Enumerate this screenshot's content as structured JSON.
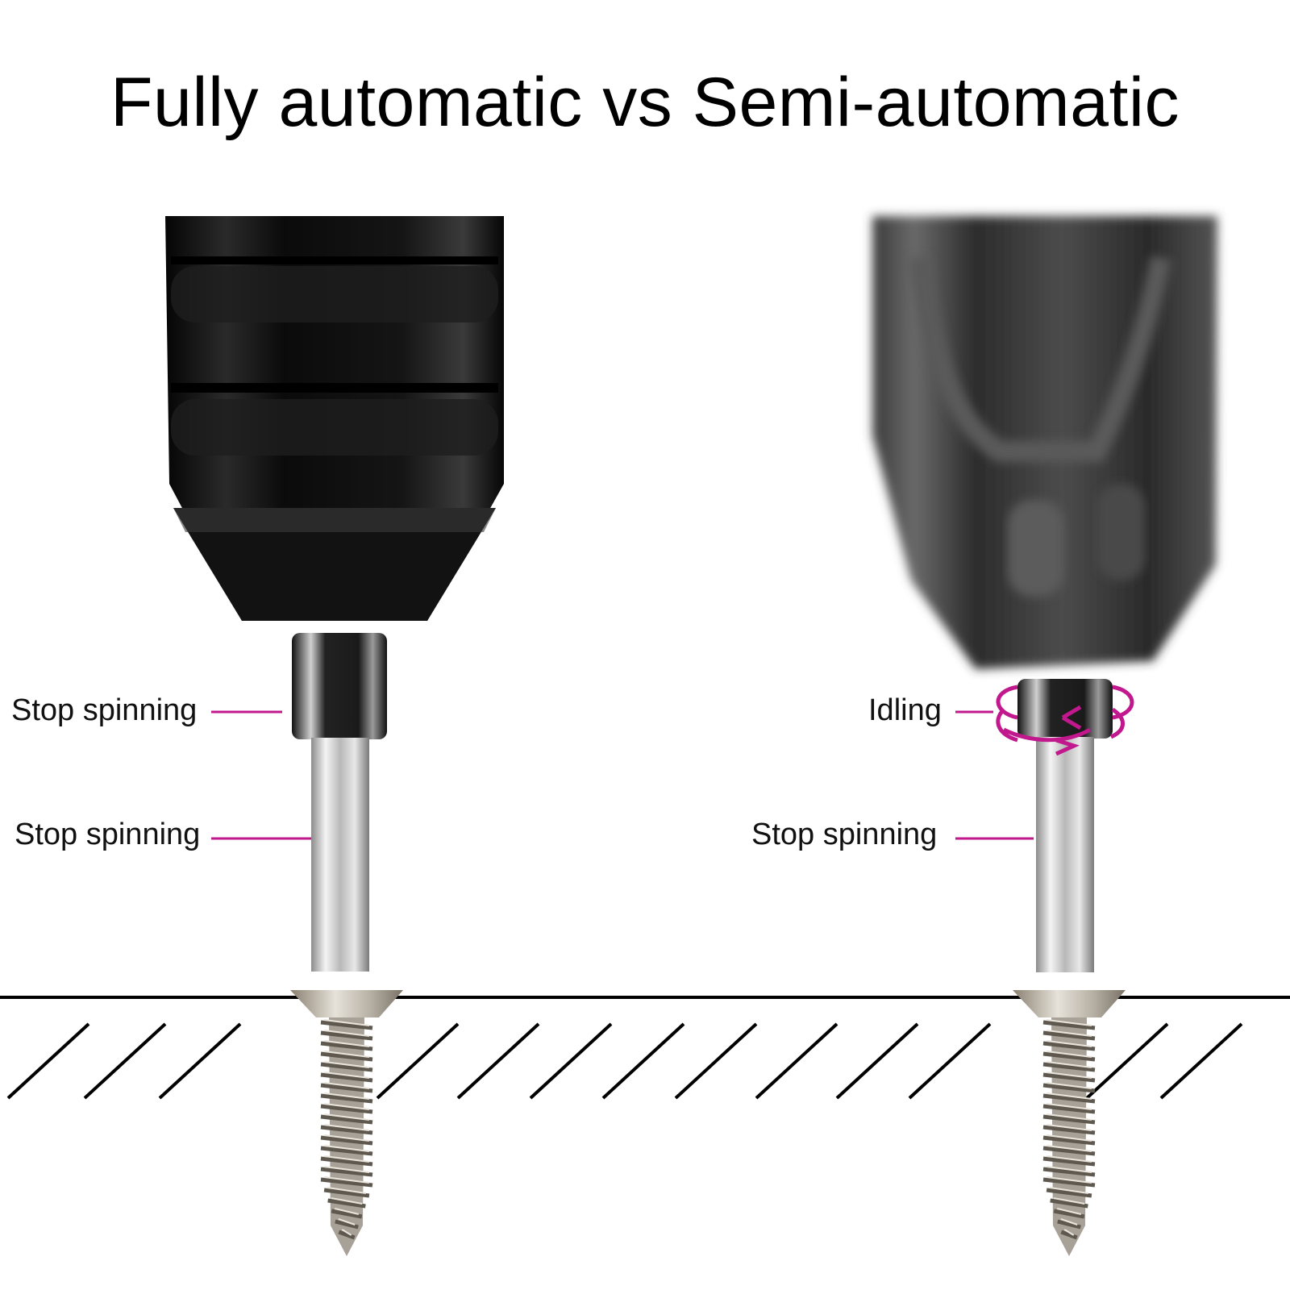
{
  "title": "Fully automatic vs Semi-automatic",
  "colors": {
    "accent": "#c2188e",
    "ground": "#000000",
    "tool_dark": "#0c0c0c",
    "tool_grey": "#3a3a3a",
    "steel": "#cfcfcf"
  },
  "left_panel": {
    "mode": "Fully automatic",
    "labels": {
      "socket": "Stop spinning",
      "bit": "Stop spinning"
    }
  },
  "right_panel": {
    "mode": "Semi-automatic",
    "labels": {
      "socket": "Idling",
      "bit": "Stop spinning"
    },
    "icon": "rotation-arrows-icon"
  }
}
